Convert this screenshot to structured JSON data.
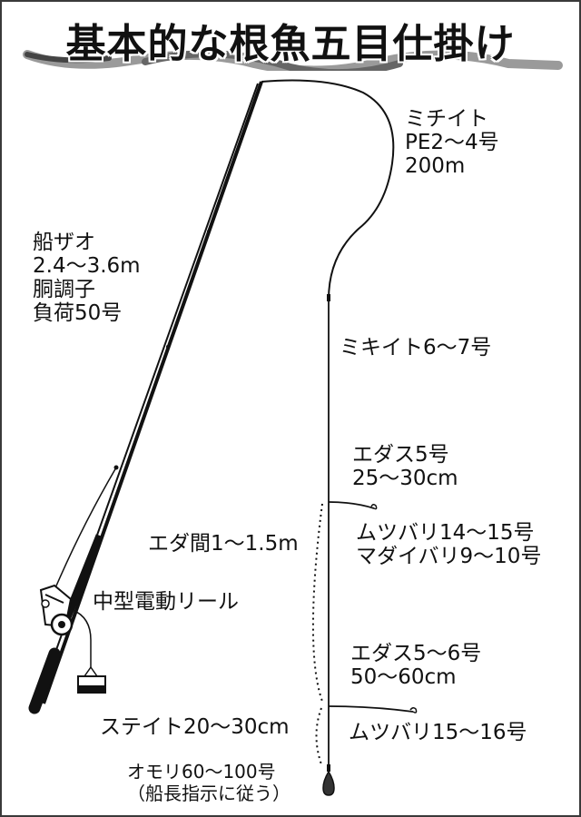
{
  "title": "基本的な根魚五目仕掛け",
  "colors": {
    "line": "#111111",
    "text": "#111111",
    "background": "#ffffff",
    "title_swoosh_dark": "#555555",
    "title_swoosh_light": "#bbbbbb"
  },
  "labels": {
    "main_line": {
      "name": "ミチイト",
      "spec": "PE2～4号",
      "length": "200m"
    },
    "rod": {
      "name": "船ザオ",
      "length": "2.4～3.6m",
      "action": "胴調子",
      "load": "負荷50号"
    },
    "trunk_line": {
      "text": "ミキイト6～7号"
    },
    "upper_branch": {
      "name": "エダス5号",
      "length": "25～30cm"
    },
    "branch_spacing": {
      "text": "エダ間1～1.5m"
    },
    "upper_hooks": {
      "line1": "ムツバリ14～15号",
      "line2": "マダイバリ9～10号"
    },
    "reel": {
      "text": "中型電動リール"
    },
    "lower_branch": {
      "name": "エダス5～6号",
      "length": "50～60cm"
    },
    "lower_hook": {
      "text": "ムツバリ15～16号"
    },
    "sinker_leader": {
      "text": "ステイト20～30cm"
    },
    "sinker": {
      "weight": "オモリ60～100号",
      "note": "（船長指示に従う）"
    }
  }
}
